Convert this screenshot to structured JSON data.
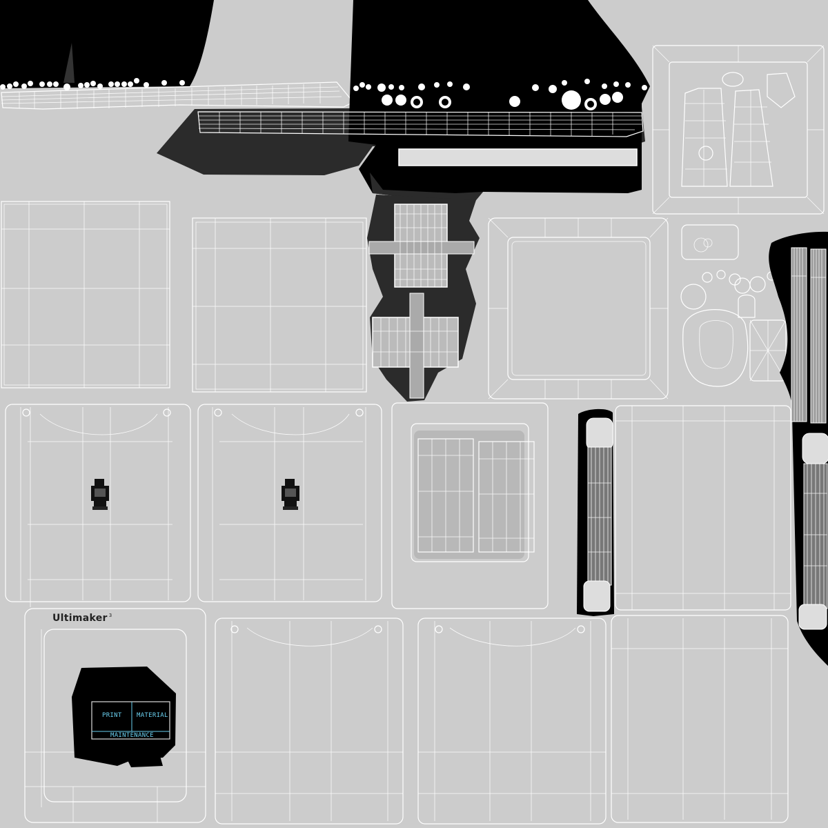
{
  "texture": {
    "kind": "UV texture map wireframe layout",
    "colors": {
      "background": "#cccccc",
      "wireframe": "#ffffff",
      "island_black": "#000000",
      "island_dark": "#2b2b2b",
      "screen_text": "#6ad0f0"
    }
  },
  "branding": {
    "logo_text": "Ultimaker",
    "logo_superscript": "3"
  },
  "display_screen": {
    "buttons": [
      {
        "label": "PRINT"
      },
      {
        "label": "MATERIAL"
      },
      {
        "label": "MAINTENANCE"
      }
    ]
  },
  "decals": [
    {
      "name": "robot-decal-left"
    },
    {
      "name": "robot-decal-right"
    }
  ]
}
